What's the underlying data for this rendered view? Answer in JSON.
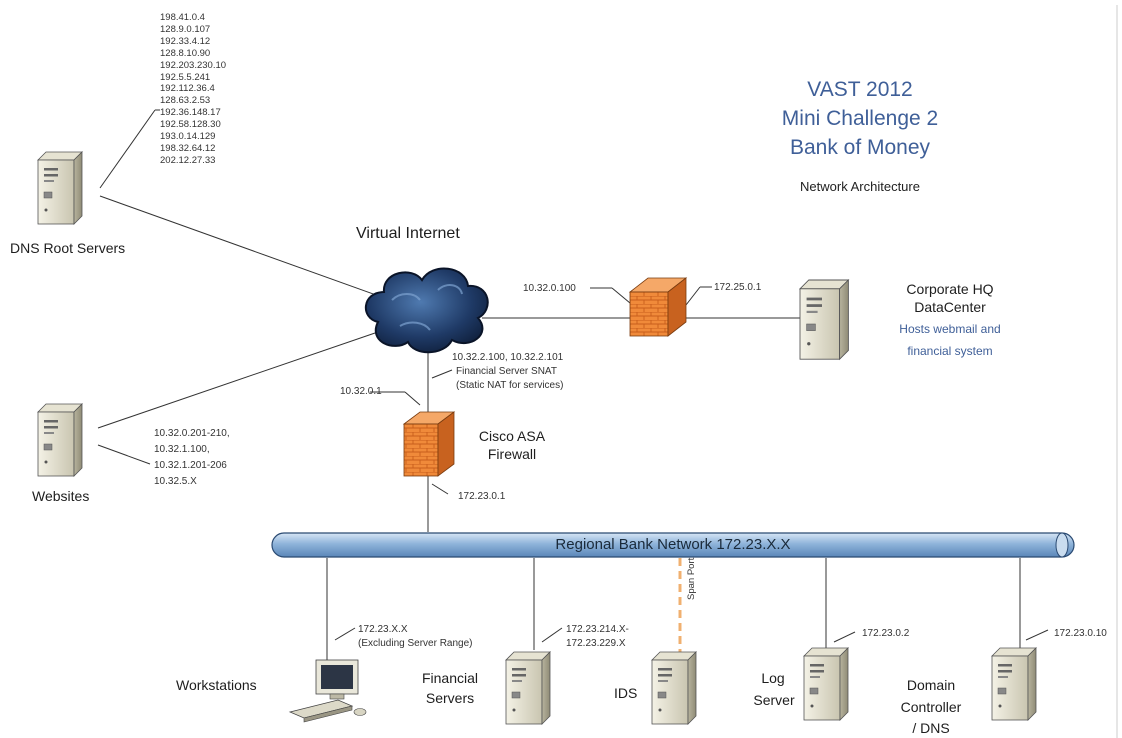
{
  "title": {
    "line1": "VAST 2012",
    "line2": "Mini Challenge 2",
    "line3": "Bank of Money",
    "subtitle": "Network Architecture"
  },
  "internet": {
    "label": "Virtual Internet"
  },
  "dns_root": {
    "label": "DNS Root Servers",
    "ips": [
      "198.41.0.4",
      "128.9.0.107",
      "192.33.4.12",
      "128.8.10.90",
      "192.203.230.10",
      "192.5.5.241",
      "192.112.36.4",
      "128.63.2.53",
      "192.36.148.17",
      "192.58.128.30",
      "193.0.14.129",
      "198.32.64.12",
      "202.12.27.33"
    ]
  },
  "websites": {
    "label": "Websites",
    "ips": [
      "10.32.0.201-210,",
      "10.32.1.100,",
      "10.32.1.201-206",
      "10.32.5.X"
    ]
  },
  "hq": {
    "label_line1": "Corporate HQ",
    "label_line2": "DataCenter",
    "note_line1": "Hosts webmail and",
    "note_line2": "financial system",
    "left_ip": "10.32.0.100",
    "right_ip": "172.25.0.1"
  },
  "firewall": {
    "label_line1": "Cisco ASA",
    "label_line2": "Firewall",
    "outside_ip": "10.32.0.1",
    "snat_line1": "10.32.2.100, 10.32.2.101",
    "snat_line2": "Financial Server SNAT",
    "snat_line3": "(Static NAT for services)",
    "inside_ip": "172.23.0.1"
  },
  "bus": {
    "label": "Regional Bank Network 172.23.X.X"
  },
  "workstations": {
    "label": "Workstations",
    "ip_line1": "172.23.X.X",
    "ip_line2": "(Excluding Server Range)"
  },
  "financial_servers": {
    "label_line1": "Financial",
    "label_line2": "Servers",
    "ip_line1": "172.23.214.X-",
    "ip_line2": "172.23.229.X"
  },
  "ids": {
    "label": "IDS",
    "span_port": "Span Port"
  },
  "log_server": {
    "label_line1": "Log",
    "label_line2": "Server",
    "ip": "172.23.0.2"
  },
  "domain_controller": {
    "label_line1": "Domain",
    "label_line2": "Controller",
    "label_line3": "/ DNS",
    "ip": "172.23.0.10"
  },
  "colors": {
    "title_blue": "#3f5f98",
    "bus_fill": "#8fb4da",
    "firewall": "#f08a3a",
    "span_port": "#f0b070"
  }
}
